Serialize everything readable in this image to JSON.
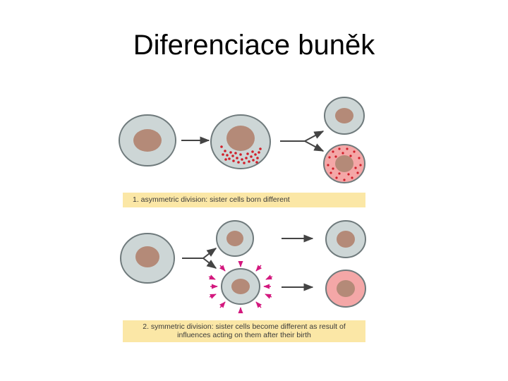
{
  "slide": {
    "title": "Diferenciace buněk"
  },
  "panel1": {
    "caption": "1. asymmetric division: sister cells born different"
  },
  "panel2": {
    "caption_line1": "2. symmetric division: sister cells become different as result of",
    "caption_line2": "influences acting on them after their birth"
  },
  "colors": {
    "cell_fill": "#cdd6d6",
    "cell_stroke": "#6f7a7c",
    "nucleus": "#b48a78",
    "determinant_dots": "#d11f2a",
    "differentiated_cell": "#f4a7a7",
    "signal_arrows": "#d3187e",
    "caption_background": "#fbe7a6"
  }
}
